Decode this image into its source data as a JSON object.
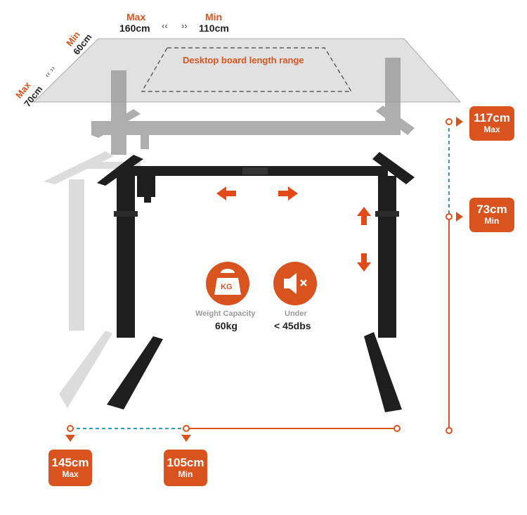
{
  "width_range": {
    "max_label": "Max",
    "max_value": "160cm",
    "min_label": "Min",
    "min_value": "110cm",
    "left_arrow": "‹‹",
    "right_arrow": "››"
  },
  "depth_range": {
    "min_label": "Min",
    "min_value": "60cm",
    "max_label": "Max",
    "max_value": "70cm",
    "arrows": "‹‹ ››"
  },
  "desktop_caption": "Desktop board length range",
  "features": [
    {
      "icon": "weight-icon",
      "icon_text": "KG",
      "label": "Weight Capacity",
      "value": "60kg"
    },
    {
      "icon": "mute-icon",
      "label": "Under",
      "value": "< 45dbs"
    }
  ],
  "height_badges": [
    {
      "value": "117cm",
      "label": "Max"
    },
    {
      "value": "73cm",
      "label": "Min"
    }
  ],
  "frame_badges": [
    {
      "value": "145cm",
      "label": "Max"
    },
    {
      "value": "105cm",
      "label": "Min"
    }
  ],
  "colors": {
    "accent": "#d9531e",
    "dash": "#2a9bb8",
    "frame": "#1e1e1e"
  }
}
